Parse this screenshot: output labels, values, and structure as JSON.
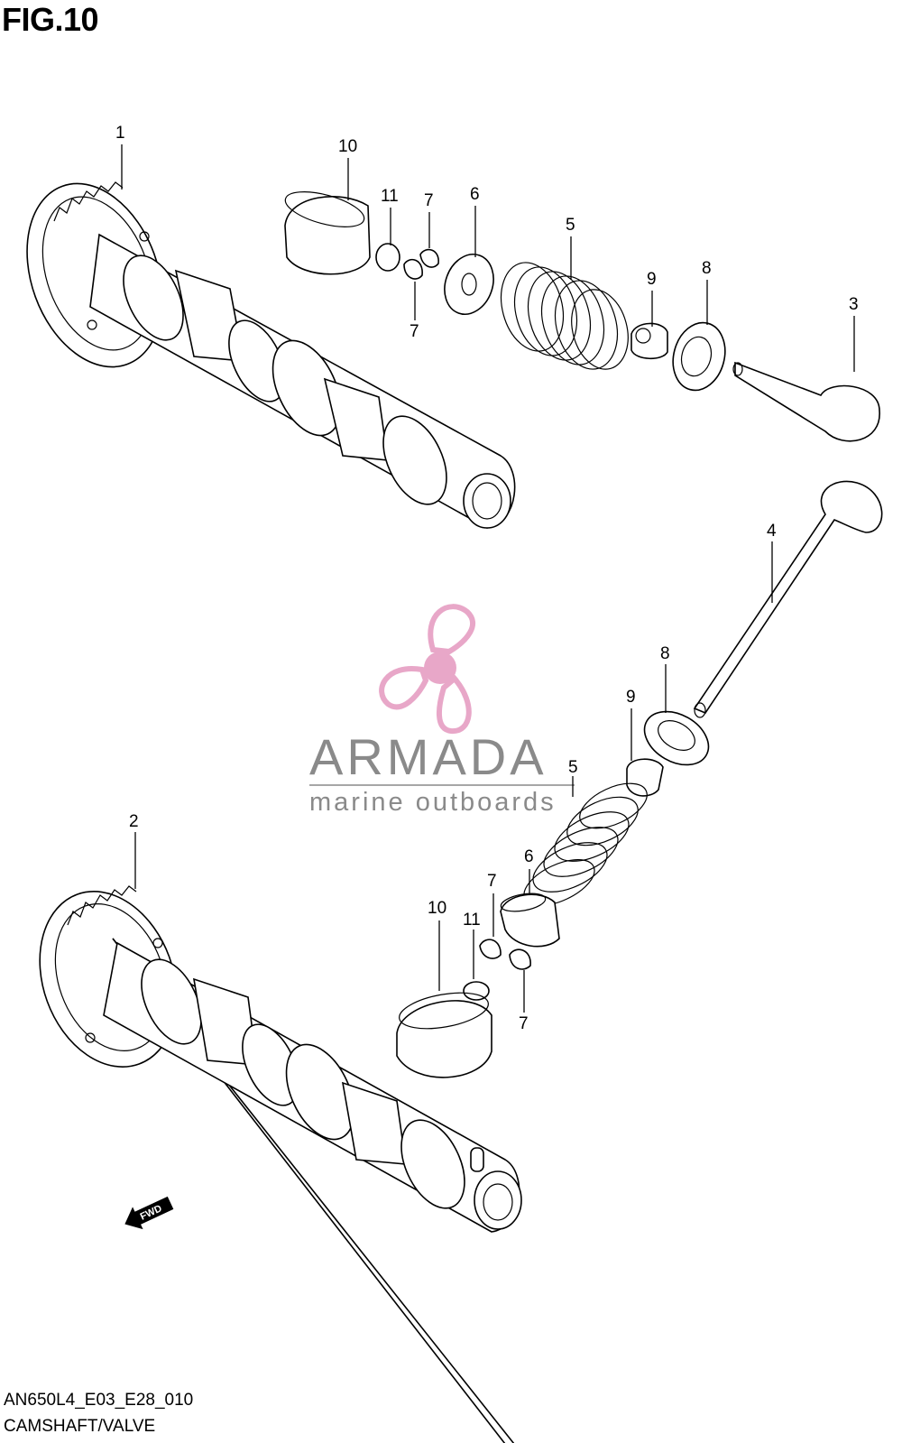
{
  "figure": {
    "title": "FIG.10"
  },
  "footer": {
    "code": "AN650L4_E03_E28_010",
    "name": "CAMSHAFT/VALVE"
  },
  "watermark": {
    "brand": "ARMADA",
    "tagline": "marine outboards",
    "logo_icon": "propeller-icon",
    "logo_color": "#e8a7c8",
    "text_color": "#8a8a8a"
  },
  "direction_badge": {
    "label": "FWD",
    "icon": "arrow-left-icon"
  },
  "callouts": {
    "c1": "1",
    "c2": "2",
    "c3": "3",
    "c4": "4",
    "c5a": "5",
    "c5b": "5",
    "c6a": "6",
    "c6b": "6",
    "c7a": "7",
    "c7b": "7",
    "c7c": "7",
    "c7d": "7",
    "c8a": "8",
    "c8b": "8",
    "c9a": "9",
    "c9b": "9",
    "c10a": "10",
    "c10b": "10",
    "c11a": "11",
    "c11b": "11"
  }
}
